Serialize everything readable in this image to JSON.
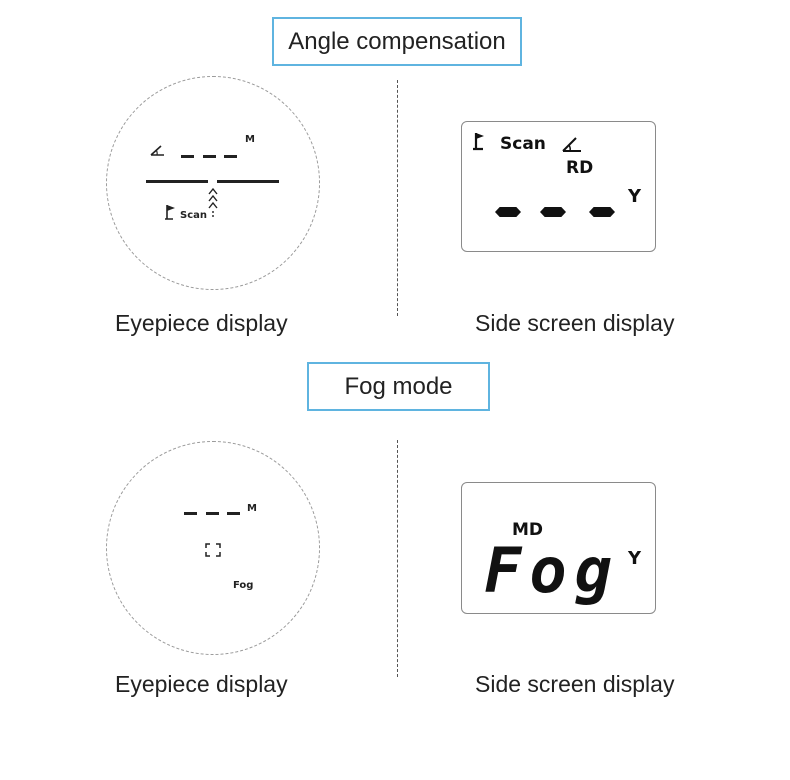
{
  "sections": [
    {
      "title": "Angle compensation",
      "eyepiece": {
        "unit": "M",
        "mode_label": "Scan",
        "caption": "Eyepiece display"
      },
      "side_screen": {
        "mode_label": "Scan",
        "sub_label": "RD",
        "unit": "Y",
        "caption": "Side screen display"
      }
    },
    {
      "title": "Fog mode",
      "eyepiece": {
        "unit": "M",
        "mode_label": "Fog",
        "caption": "Eyepiece display"
      },
      "side_screen": {
        "sub_label": "MD",
        "big_text": "Fog",
        "unit": "Y",
        "caption": "Side screen display"
      }
    }
  ],
  "colors": {
    "title_border": "#5fb4e0",
    "lcd_border": "#8a8a8a",
    "circle_border": "#9a9a9a"
  },
  "icons": [
    "flag-icon",
    "angle-icon",
    "up-arrows-icon",
    "focus-bracket-icon"
  ]
}
